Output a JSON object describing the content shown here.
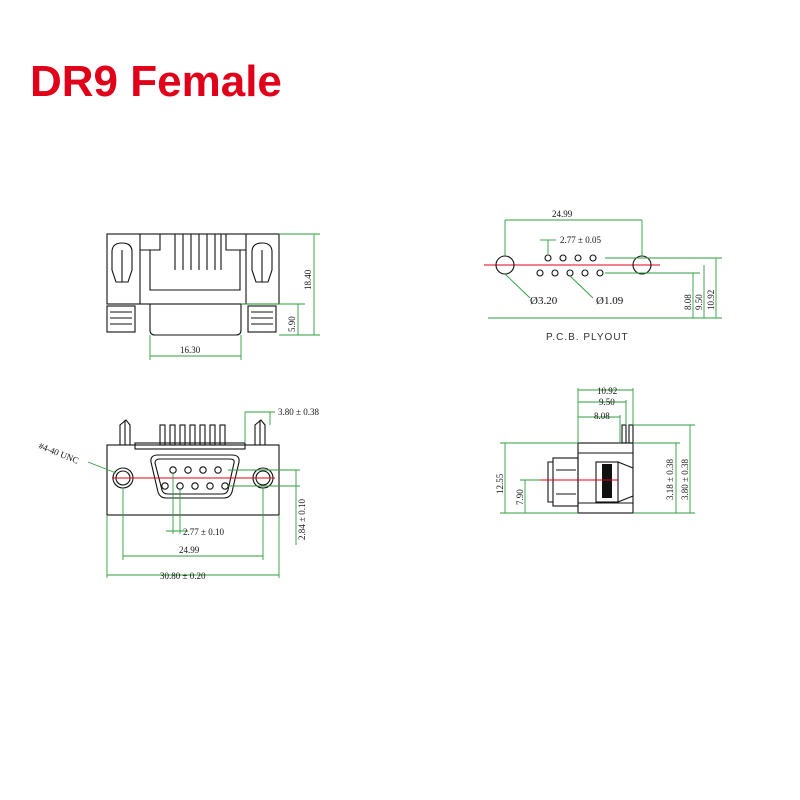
{
  "title": "DR9 Female",
  "colors": {
    "title": "#e0001a",
    "dimension_lines": "#2e9e3e",
    "center_lines": "#e0001a",
    "outline": "#111111"
  },
  "top_view": {
    "height": "18.40",
    "flange": "5.90",
    "shell_width": "16.30"
  },
  "front_view": {
    "pitch": "2.77 ± 0.10",
    "row_spacing": "2.84 ± 0.10",
    "screw_spacing": "24.99",
    "overall_width": "30.80 ± 0.20",
    "pin_offset": "3.80 ± 0.38",
    "thread": "#4-40 UNC"
  },
  "pcb_layout": {
    "label": "P.C.B. PLYOUT",
    "mount_spacing": "24.99",
    "pitch": "2.77 ± 0.05",
    "mount_hole": "Ø3.20",
    "pin_hole": "Ø1.09",
    "dim_a": "8.08",
    "dim_b": "9.50",
    "dim_c": "10.92"
  },
  "side_view": {
    "dim_a": "10.92",
    "dim_b": "9.50",
    "dim_c": "8.08",
    "height": "12.55",
    "center": "7.90",
    "pin_len": "3.18 ± 0.38",
    "pin_len2": "3.80 ± 0.38"
  }
}
